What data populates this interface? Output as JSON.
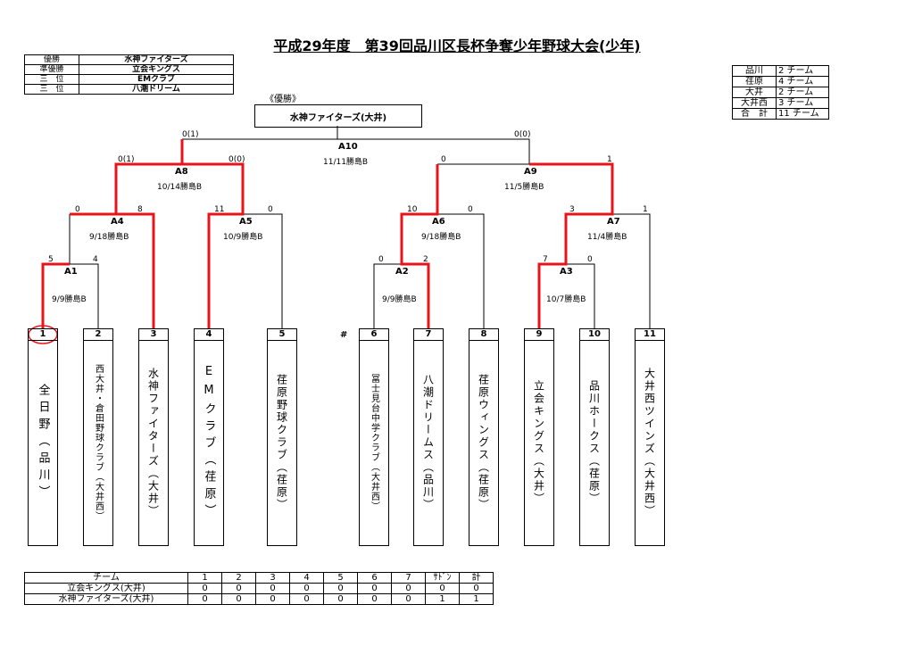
{
  "title": "平成29年度　第39回品川区長杯争奪少年野球大会(少年)",
  "results": [
    {
      "rank": "優勝",
      "team": "水神ファイターズ"
    },
    {
      "rank": "準優勝",
      "team": "立会キングス"
    },
    {
      "rank": "三　位",
      "team": "EMクラブ"
    },
    {
      "rank": "三　位",
      "team": "八潮ドリーム"
    }
  ],
  "team_counts": [
    {
      "district": "品川",
      "count": "2 チーム"
    },
    {
      "district": "荏原",
      "count": "4 チーム"
    },
    {
      "district": "大井",
      "count": "2 チーム"
    },
    {
      "district": "大井西",
      "count": "3 チーム"
    },
    {
      "district": "合　計",
      "count": "11 チーム"
    }
  ],
  "winner_label": "《優勝》",
  "winner": "水神ファイターズ(大井)",
  "teams": [
    {
      "no": "1",
      "name": "全日野（品川）"
    },
    {
      "no": "2",
      "name": "西大井・倉田野球クラブ（大井西）"
    },
    {
      "no": "3",
      "name": "水神ファイターズ（大井）"
    },
    {
      "no": "4",
      "name": "EMクラブ（荏原）"
    },
    {
      "no": "5",
      "name": "荏原野球クラブ（荏原）"
    },
    {
      "no": "6",
      "name": "冨士見台中学クラブ（大井西）"
    },
    {
      "no": "7",
      "name": "八潮ドリームス（品川）"
    },
    {
      "no": "8",
      "name": "荏原ウィングス（荏原）"
    },
    {
      "no": "9",
      "name": "立会キングス（大井）"
    },
    {
      "no": "10",
      "name": "品川ホークス（荏原）"
    },
    {
      "no": "11",
      "name": "大井西ツインズ（大井西）"
    }
  ],
  "hash_mark": "#",
  "games": {
    "A1": {
      "code": "A1",
      "info": "9/9勝島B",
      "left": "5",
      "right": "4"
    },
    "A2": {
      "code": "A2",
      "info": "9/9勝島B",
      "left": "0",
      "right": "2"
    },
    "A3": {
      "code": "A3",
      "info": "10/7勝島B",
      "left": "7",
      "right": "0"
    },
    "A4": {
      "code": "A4",
      "info": "9/18勝島B",
      "left": "0",
      "right": "8"
    },
    "A5": {
      "code": "A5",
      "info": "10/9勝島B",
      "left": "11",
      "right": "0"
    },
    "A6": {
      "code": "A6",
      "info": "9/18勝島B",
      "left": "10",
      "right": "0"
    },
    "A7": {
      "code": "A7",
      "info": "11/4勝島B",
      "left": "3",
      "right": "1"
    },
    "A8": {
      "code": "A8",
      "info": "10/14勝島B",
      "left": "0(1)",
      "right": "0(0)"
    },
    "A9": {
      "code": "A9",
      "info": "11/5勝島B",
      "left": "0",
      "right": "1"
    },
    "A10": {
      "code": "A10",
      "info": "11/11勝島B",
      "left": "0(1)",
      "right": "0(0)"
    }
  },
  "scoreboard": {
    "headers": [
      "チーム",
      "1",
      "2",
      "3",
      "4",
      "5",
      "6",
      "7",
      "ｻﾄﾞﾝ",
      "計"
    ],
    "rows": [
      [
        "立会キングス(大井)",
        "0",
        "0",
        "0",
        "0",
        "0",
        "0",
        "0",
        "0",
        "0"
      ],
      [
        "水神ファイターズ(大井)",
        "0",
        "0",
        "0",
        "0",
        "0",
        "0",
        "0",
        "1",
        "1"
      ]
    ]
  },
  "colors": {
    "winner_line": "#e8141c",
    "line": "#000000"
  }
}
